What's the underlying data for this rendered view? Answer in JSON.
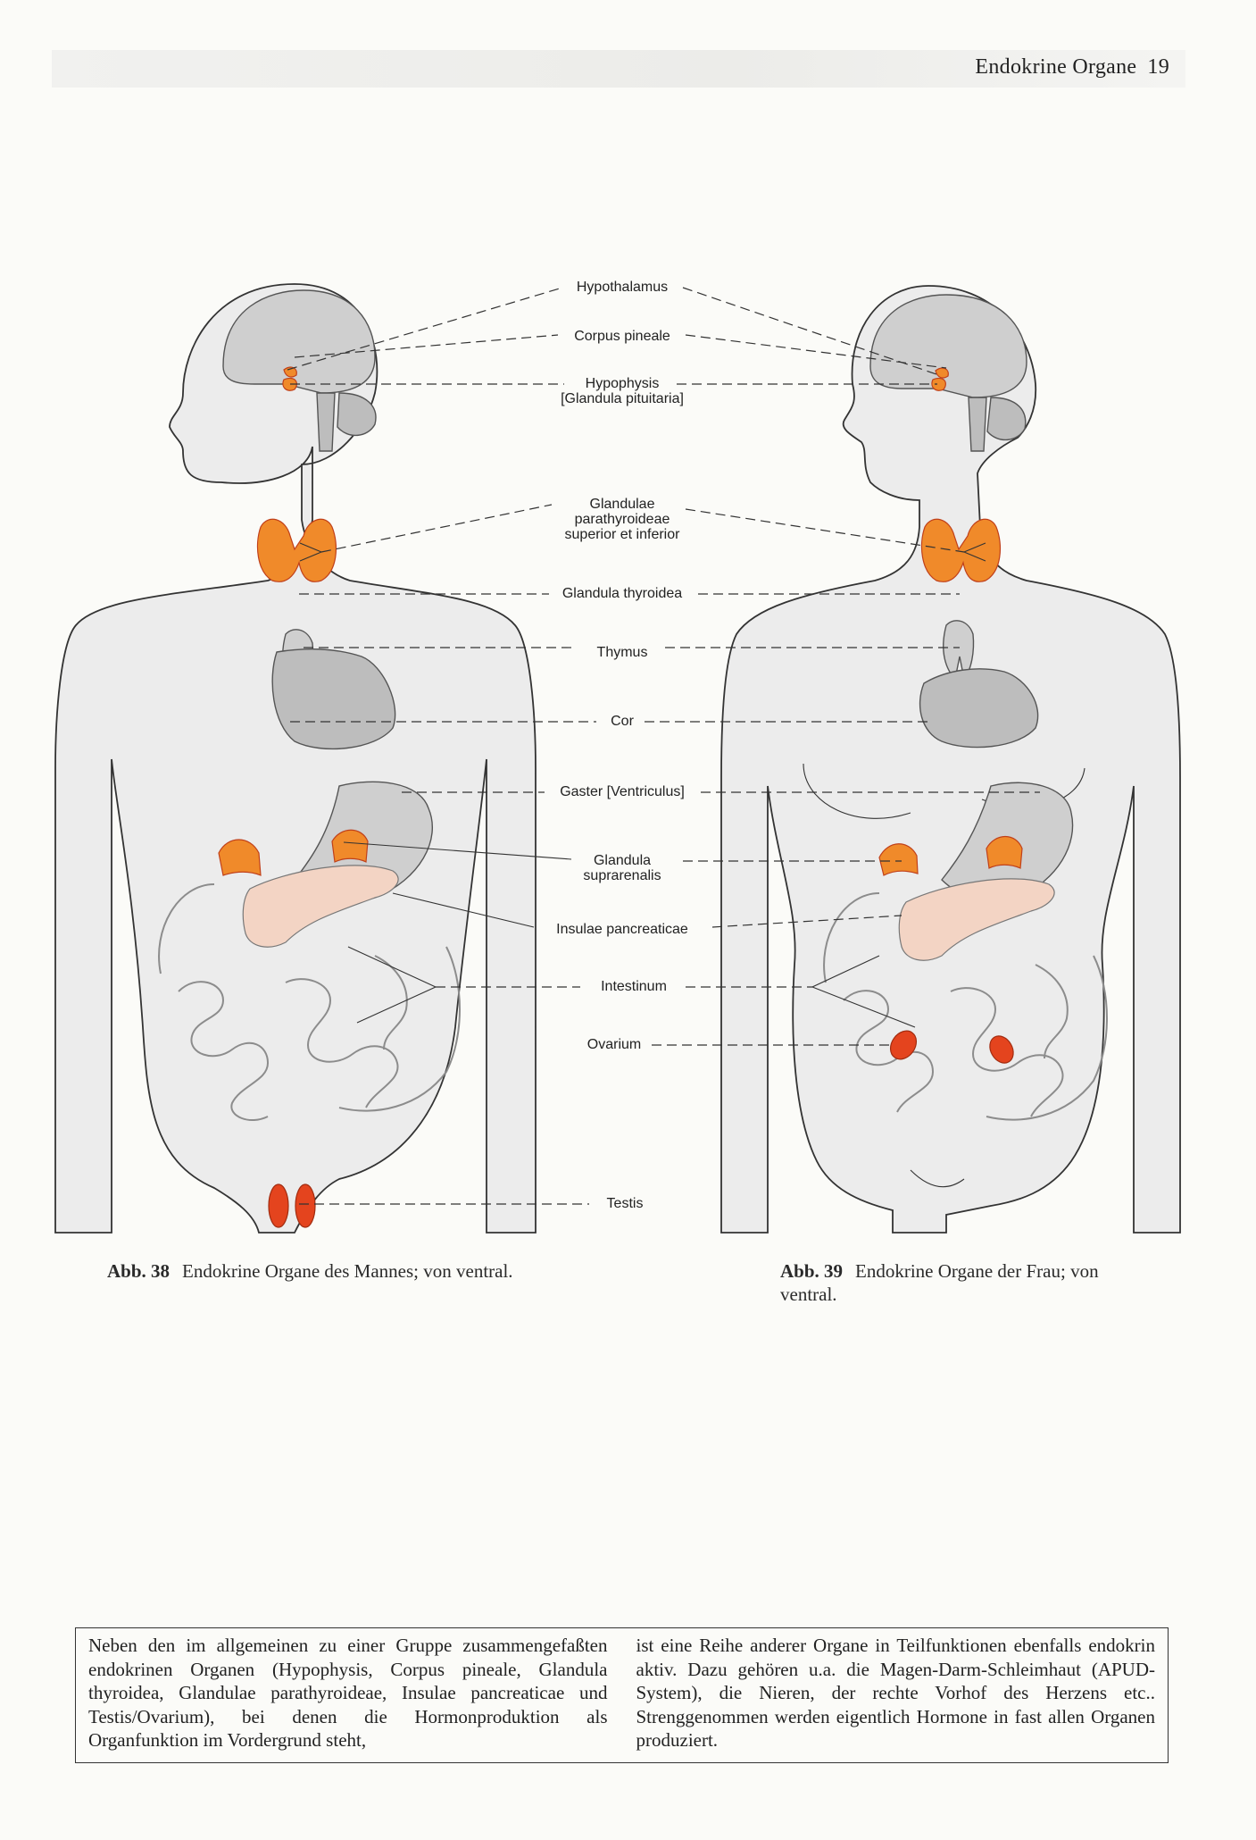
{
  "header": {
    "title": "Endokrine Organe",
    "page_number": "19"
  },
  "labels": {
    "hypothalamus": "Hypothalamus",
    "corpus_pineale": "Corpus pineale",
    "hypophysis": "Hypophysis",
    "hypophysis_alt": "[Glandula pituitaria]",
    "parathyroid_1": "Glandulae",
    "parathyroid_2": "parathyroideae",
    "parathyroid_3": "superior et inferior",
    "thyroidea": "Glandula thyroidea",
    "thymus": "Thymus",
    "cor": "Cor",
    "gaster": "Gaster [Ventriculus]",
    "suprarenalis_1": "Glandula",
    "suprarenalis_2": "suprarenalis",
    "insulae": "Insulae pancreaticae",
    "intestinum": "Intestinum",
    "ovarium": "Ovarium",
    "testis": "Testis"
  },
  "captions": {
    "fig38_number": "Abb. 38",
    "fig38_text": "Endokrine Organe des Mannes; von ventral.",
    "fig39_number": "Abb. 39",
    "fig39_text": "Endokrine Organe der Frau; von ventral."
  },
  "textbox": {
    "left": "Neben den im allgemeinen zu einer Gruppe zusammenge­faßten endokrinen Organen (Hypophysis, Corpus pineale, Glandula thyroidea, Glandulae parathyroideae, Insulae pancreaticae und Testis/Ovarium), bei denen die Hor­monproduktion als Organfunktion im Vordergrund steht,",
    "right": "ist eine Reihe anderer Organe in Teilfunktionen ebenfalls endokrin aktiv. Dazu gehören u.a. die Magen-Darm-Schleimhaut (APUD-System), die Nieren, der rechte Vor­hof des Herzens etc.. Strenggenommen werden eigentlich Hormone in fast allen Organen produziert."
  },
  "colors": {
    "gland_orange": "#f08a2a",
    "gland_red": "#e4441e",
    "organ_gray": "#cfcfcf",
    "body_fill": "#ececec"
  }
}
